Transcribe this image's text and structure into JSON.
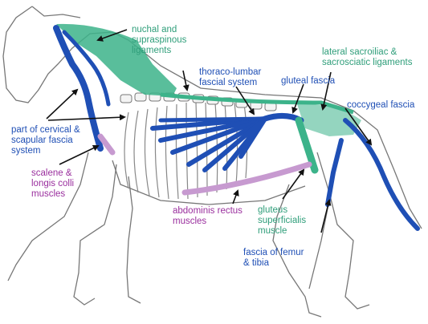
{
  "labels": {
    "nuchal": "nuchal and\nsupraspinous\nligaments",
    "thoraco": "thoraco-lumbar\nfascial system",
    "gluteal_fascia": "gluteal fascia",
    "lateral_sacro": "lateral sacroiliac &\nsacrosciatic ligaments",
    "coccygeal": "coccygeal fascia",
    "cervical": "part of cervical &\nscapular fascia\nsystem",
    "scalene": "scalene &\nlongis colli\nmuscles",
    "abdominis": "abdominis rectus\nmuscles",
    "gluteus": "gluteus\nsuperficialis\nmuscle",
    "femur": "fascia of femur\n& tibia"
  },
  "colors": {
    "ligament_green": "#3cb38a",
    "fascia_blue": "#1f4fb5",
    "muscle_purple": "#c79ad0",
    "bone_outline": "#555555",
    "label_green": "#2f9e7a",
    "label_blue": "#1f4fb5",
    "label_purple": "#9a2f9e"
  }
}
